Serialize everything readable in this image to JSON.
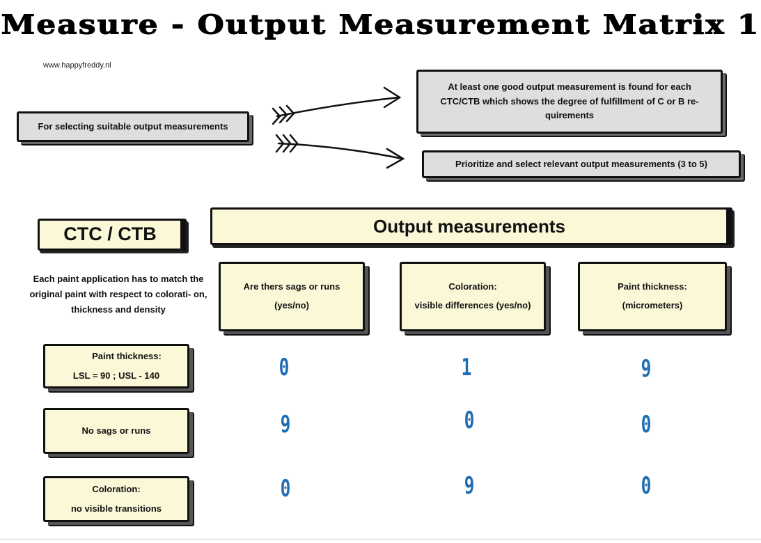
{
  "header": {
    "title": "Measure - Output Measurement Matrix 1",
    "website": "www.happyfreddy.nl"
  },
  "flow": {
    "source": "For selecting suitable output measurements",
    "target_1": "At least one good output measurement is found for each CTC/CTB which shows the degree of fulfillment of C or B re- quirements",
    "target_2": "Prioritize and select relevant output measurements (3 to 5)"
  },
  "matrix": {
    "row_header": "CTC / CTB",
    "row_description": "Each paint application has to match the original paint with respect to colorati- on, thickness and density",
    "column_header": "Output measurements",
    "columns": [
      {
        "line1": "Are thers sags or runs",
        "line2": "(yes/no)"
      },
      {
        "line1": "Coloration:",
        "line2": "visible differences (yes/no)"
      },
      {
        "line1": "Paint thickness:",
        "line2": "(micrometers)"
      }
    ],
    "rows": [
      {
        "line1": "Paint thickness:",
        "line2": "LSL = 90 ; USL - 140",
        "scores": [
          "0",
          "1",
          "9"
        ]
      },
      {
        "line1": "No sags or runs",
        "line2": "",
        "scores": [
          "9",
          "0",
          "0"
        ]
      },
      {
        "line1": "Coloration:",
        "line2": "no visible transitions",
        "scores": [
          "0",
          "9",
          "0"
        ]
      }
    ]
  },
  "colors": {
    "score": "#1f6db5",
    "grey_box": "#dedede",
    "yellow_box": "#fbf8d8"
  }
}
